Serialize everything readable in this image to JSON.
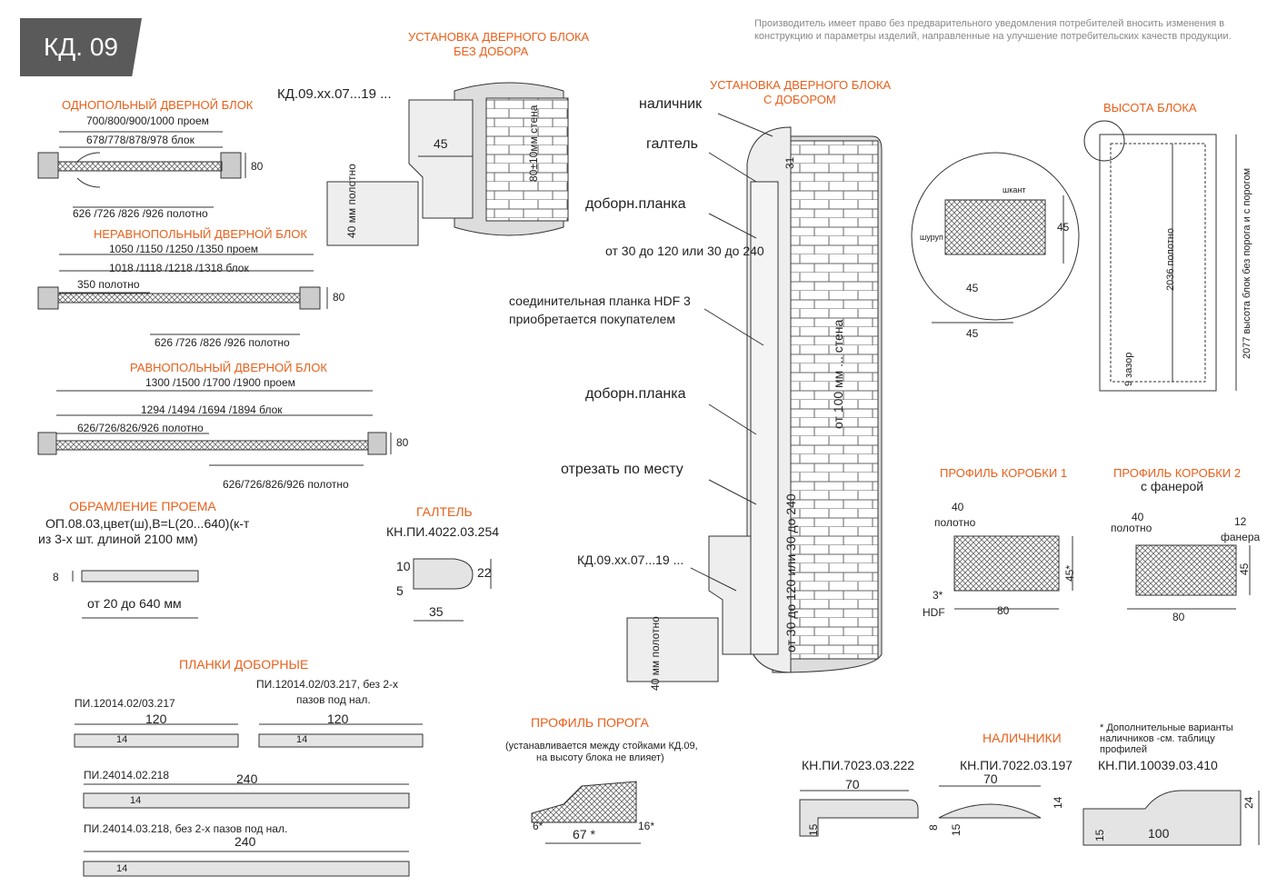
{
  "badge": "КД. 09",
  "disclaimer": {
    "line1": "Производитель имеет право без предварительного уведомления потребителей вносить изменения в",
    "line2": "конструкцию и параметры изделий, направленные на улучшение потребительских качеств продукции."
  },
  "single_block": {
    "title": "ОДНОПОЛЬНЫЙ ДВЕРНОЙ БЛОК",
    "opening": "700/800/900/1000 проем",
    "block": "678/778/878/978 блок",
    "leaf": "626 /726 /826 /926 полотно",
    "depth": "80"
  },
  "unequal_block": {
    "title": "НЕРАВНОПОЛЬНЫЙ ДВЕРНОЙ БЛОК",
    "opening": "1050 /1150 /1250 /1350 проем",
    "block": "1018 /1118 /1218 /1318 блок",
    "small_leaf": "350 полотно",
    "leaf": "626 /726 /826 /926 полотно",
    "depth": "80"
  },
  "equal_block": {
    "title": "РАВНОПОЛЬНЫЙ ДВЕРНОЙ БЛОК",
    "opening": "1300 /1500 /1700 /1900 проем",
    "block": "1294 /1494 /1694 /1894 блок",
    "leaf_left": "626/726/826/926 полотно",
    "leaf_right": "626/726/826/926 полотно",
    "depth": "80"
  },
  "framing": {
    "title": "ОБРАМЛЕНИЕ ПРОЕМА",
    "line1": "ОП.08.03,цвет(ш),В=L(20...640)(к-т",
    "line2": "из 3-х шт. длиной 2100 мм)",
    "thickness": "8",
    "range": "от 20 до 640 мм"
  },
  "galtel": {
    "title": "ГАЛТЕЛЬ",
    "code": "КН.ПИ.4022.03.254",
    "d10": "10",
    "d5": "5",
    "d22": "22",
    "d35": "35"
  },
  "planks": {
    "title": "ПЛАНКИ ДОБОРНЫЕ",
    "p1_code": "ПИ.12014.02/03.217",
    "p1_w": "120",
    "p1_t": "14",
    "p2_code1": "ПИ.12014.02/03.217, без 2-х",
    "p2_code2": "пазов под нал.",
    "p2_w": "120",
    "p2_t": "14",
    "p3_code": "ПИ.24014.02.218",
    "p3_w": "240",
    "p3_t": "14",
    "p4_code": "ПИ.24014.03.218, без 2-х пазов под нал.",
    "p4_w": "240",
    "p4_t": "14"
  },
  "install_no_extension": {
    "title1": "УСТАНОВКА ДВЕРНОГО БЛОКА",
    "title2": "БЕЗ ДОБОРА",
    "code": "КД.09.хх.07...19 ...",
    "d45": "45",
    "leaf": "40 мм полотно",
    "wall": "80±10мм стена"
  },
  "install_with_extension": {
    "title1": "УСТАНОВКА ДВЕРНОГО БЛОКА",
    "title2": "С ДОБОРОМ",
    "casing": "наличник",
    "galtel": "галтель",
    "plank1": "доборн.планка",
    "range1": "от 30 до 120 или 30 до 240",
    "hdf1": "соединительная планка HDF 3",
    "hdf2": "приобретается покупателем",
    "plank2": "доборн.планка",
    "cut": "отрезать по месту",
    "code": "КД.09.хх.07...19 ...",
    "d31": "31",
    "wall": "от 100 мм ... стена",
    "range_vert": "от 30 до 120 или 30 до 240",
    "leaf": "40 мм полотно"
  },
  "threshold": {
    "title": "ПРОФИЛЬ ПОРОГА",
    "note1": "(устанавливается между стойками КД.09,",
    "note2": "на высоту блока не влияет)",
    "d6": "6*",
    "d67": "67 *",
    "d16": "16*"
  },
  "height": {
    "title": "ВЫСОТА БЛОКА",
    "leaf": "2036 полотно",
    "block": "2077 высота блок без порога и с порогом",
    "gap": "9 зазор",
    "d45a": "45",
    "d45b": "45",
    "d45c": "45",
    "shkant": "шкант",
    "shurup": "шуруп"
  },
  "frame_profile1": {
    "title": "ПРОФИЛЬ КОРОБКИ 1",
    "d40": "40",
    "leaf": "полотно",
    "d45": "45*",
    "d3": "3*",
    "hdf": "HDF",
    "d80": "80"
  },
  "frame_profile2": {
    "title1": "ПРОФИЛЬ КОРОБКИ 2",
    "title2": "с фанерой",
    "d40": "40",
    "leaf": "полотно",
    "d12": "12",
    "plywood": "фанера",
    "d45": "45",
    "d80": "80"
  },
  "casings": {
    "title": "НАЛИЧНИКИ",
    "note1": "* Дополнительные варианты",
    "note2": "наличников -см. таблицу",
    "note3": "профилей",
    "c1_code": "КН.ПИ.7023.03.222",
    "c1_w": "70",
    "c1_h": "15",
    "c1_t": "8",
    "c2_code": "КН.ПИ.7022.03.197",
    "c2_w": "70",
    "c2_h": "15",
    "c2_t": "14",
    "c3_code": "КН.ПИ.10039.03.410",
    "c3_w": "100",
    "c3_h": "15",
    "c3_t": "24"
  },
  "colors": {
    "accent": "#e8601c",
    "badge": "#5a5a5a",
    "line": "#333333"
  }
}
